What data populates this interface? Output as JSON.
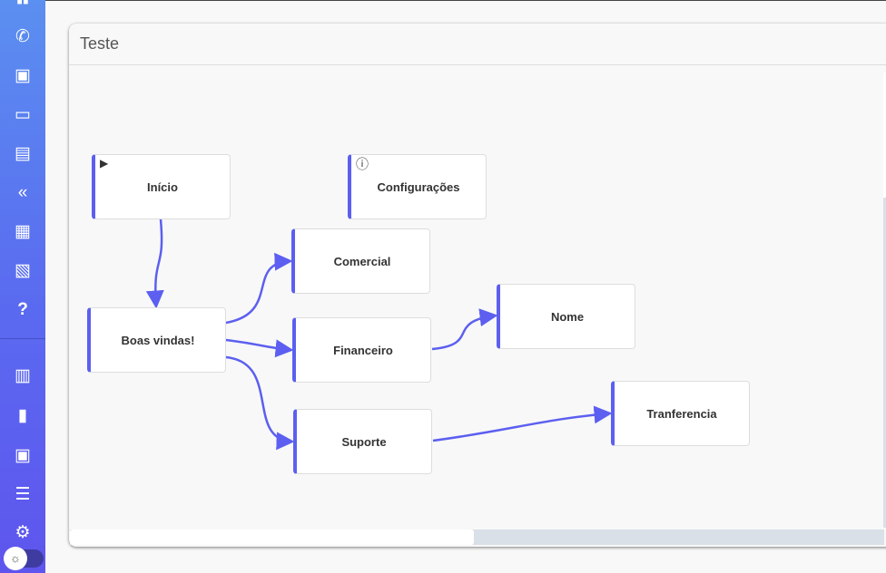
{
  "sidebar": {
    "icons": [
      "dashboard-icon",
      "whatsapp-icon",
      "contact-card-icon",
      "monitor-icon",
      "chat-icon",
      "reply-all-icon",
      "clipboard-icon",
      "speaker-notes-off-icon",
      "help-icon",
      "kanban-icon",
      "report-icon",
      "money-icon",
      "list-icon",
      "settings-icon"
    ],
    "help_glyph": "?"
  },
  "flow": {
    "title": "Teste",
    "nodes": [
      {
        "label": "Início",
        "icon": "play-icon"
      },
      {
        "label": "Configurações",
        "icon": "alert-circle-icon"
      },
      {
        "label": "Comercial"
      },
      {
        "label": "Boas vindas!"
      },
      {
        "label": "Financeiro"
      },
      {
        "label": "Nome"
      },
      {
        "label": "Suporte"
      },
      {
        "label": "Tranferencia"
      }
    ]
  },
  "colors": {
    "accent": "#5c5ff0",
    "sidebar_top": "#5b8ff0",
    "sidebar_bottom": "#5e55ee"
  }
}
